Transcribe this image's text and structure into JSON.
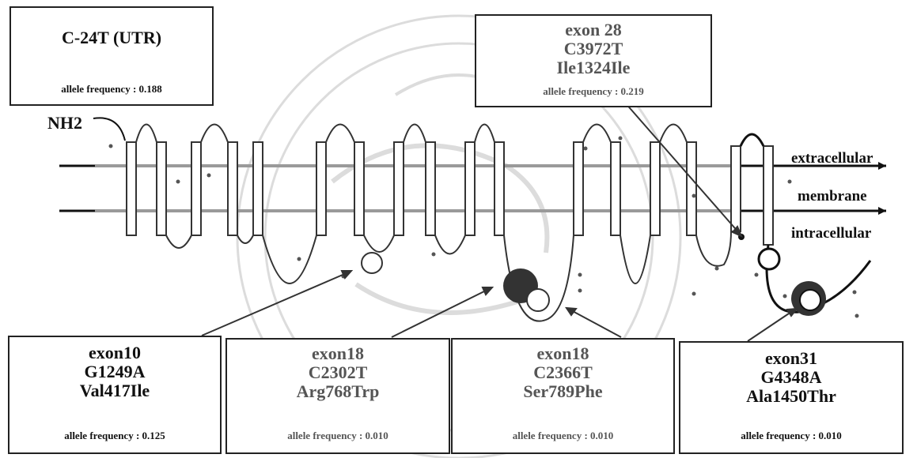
{
  "labels": {
    "nh2": "NH2",
    "extracellular": "extracellular",
    "membrane": "membrane",
    "intracellular": "intracellular"
  },
  "colors": {
    "ink": "#111111",
    "membrane_line": "#9a9a9a",
    "dark_domain": "#333333",
    "watermark": "#d9d9d9"
  },
  "boxes": {
    "utr": {
      "title": "C-24T (UTR)",
      "freq": "allele frequency : 0.188"
    },
    "exon28": {
      "line1": "exon 28",
      "line2": "C3972T",
      "line3": "Ile1324Ile",
      "freq": "allele frequency : 0.219"
    },
    "exon10": {
      "line1": "exon10",
      "line2": "G1249A",
      "line3": "Val417Ile",
      "freq": "allele frequency : 0.125"
    },
    "exon18a": {
      "line1": "exon18",
      "line2": "C2302T",
      "line3": "Arg768Trp",
      "freq": "allele frequency : 0.010"
    },
    "exon18b": {
      "line1": "exon18",
      "line2": "C2366T",
      "line3": "Ser789Phe",
      "freq": "allele frequency : 0.010"
    },
    "exon31": {
      "line1": "exon31",
      "line2": "G4348A",
      "line3": "Ala1450Thr",
      "freq": "allele frequency : 0.010"
    }
  }
}
